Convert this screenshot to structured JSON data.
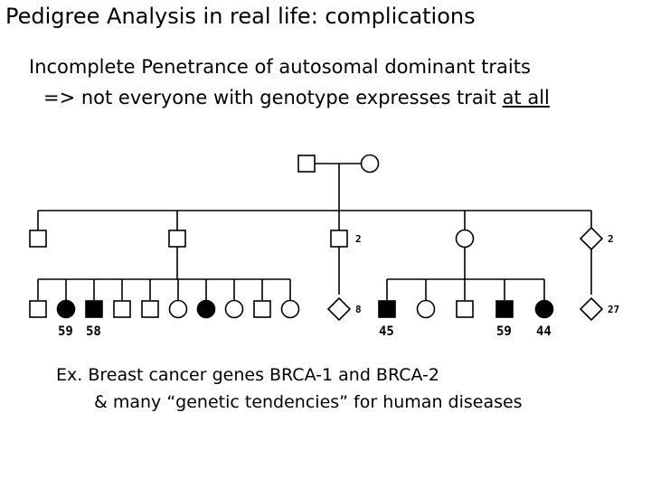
{
  "slide": {
    "title": "Pedigree Analysis in real life: complications",
    "heading": "Incomplete Penetrance of autosomal dominant traits",
    "subheading_prefix": "=> not everyone with genotype expresses trait",
    "subheading_emphasis": "at all",
    "example_line1": "Ex. Breast cancer genes BRCA-1 and BRCA-2",
    "example_line2": "& many “genetic tendencies” for human diseases"
  },
  "pedigree": {
    "generation_1": [
      {
        "sex": "male",
        "affected": false
      },
      {
        "sex": "female",
        "affected": false
      }
    ],
    "generation_2": [
      {
        "sex": "male",
        "affected": false,
        "label": ""
      },
      {
        "sex": "male",
        "affected": false,
        "label": ""
      },
      {
        "sex": "male",
        "affected": false,
        "label": "2"
      },
      {
        "sex": "female",
        "affected": false,
        "label": ""
      },
      {
        "sex": "unknown",
        "affected": false,
        "label": "2"
      }
    ],
    "generation_3": [
      {
        "sex": "male",
        "affected": false,
        "label": ""
      },
      {
        "sex": "female",
        "affected": true,
        "label": "59"
      },
      {
        "sex": "male",
        "affected": true,
        "label": "58"
      },
      {
        "sex": "male",
        "affected": false,
        "label": ""
      },
      {
        "sex": "male",
        "affected": false,
        "label": ""
      },
      {
        "sex": "female",
        "affected": false,
        "label": ""
      },
      {
        "sex": "female",
        "affected": true,
        "label": ""
      },
      {
        "sex": "female",
        "affected": false,
        "label": ""
      },
      {
        "sex": "male",
        "affected": false,
        "label": ""
      },
      {
        "sex": "female",
        "affected": false,
        "label": ""
      },
      {
        "sex": "unknown",
        "affected": false,
        "label": "8"
      },
      {
        "sex": "male",
        "affected": true,
        "label": "45"
      },
      {
        "sex": "female",
        "affected": false,
        "label": ""
      },
      {
        "sex": "male",
        "affected": false,
        "label": ""
      },
      {
        "sex": "male",
        "affected": true,
        "label": "59"
      },
      {
        "sex": "female",
        "affected": true,
        "label": "44"
      },
      {
        "sex": "unknown",
        "affected": false,
        "label": "27"
      }
    ]
  }
}
